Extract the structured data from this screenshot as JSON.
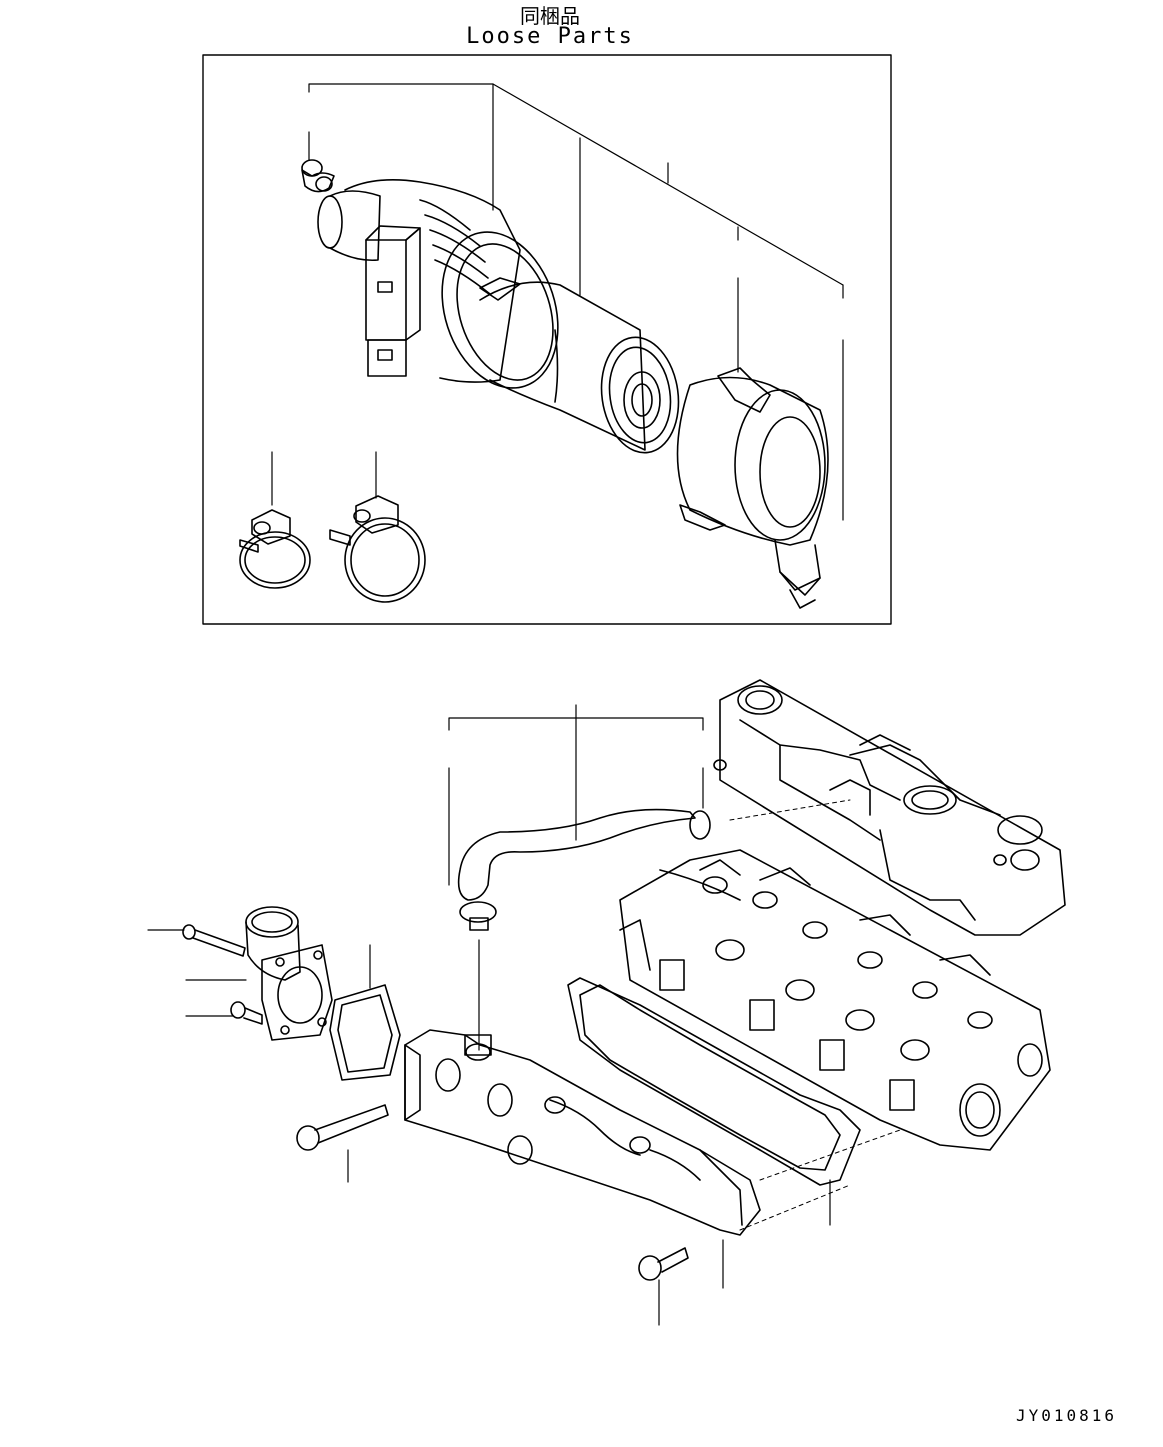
{
  "header": {
    "title_jp": "同梱品",
    "title_en": "Loose Parts"
  },
  "footer": {
    "drawing_id": "JY010816"
  },
  "colors": {
    "ink": "#000000",
    "paper": "#ffffff"
  }
}
